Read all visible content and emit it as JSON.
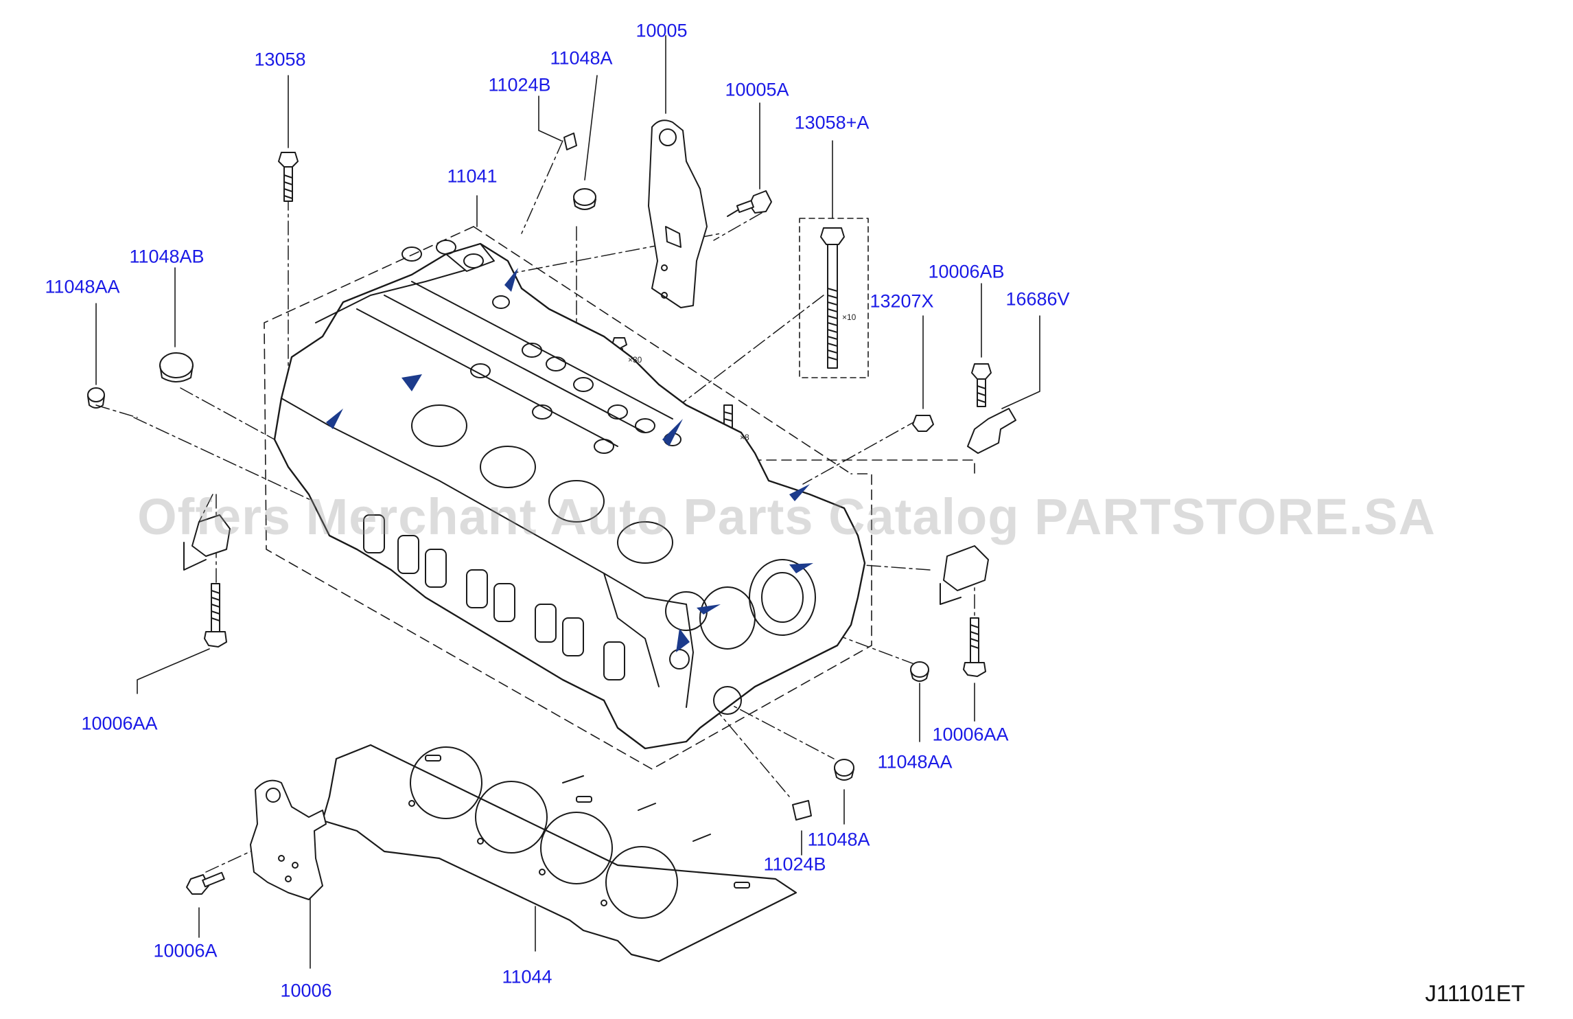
{
  "diagram": {
    "code": "J11101ET",
    "watermark": "Offers Merchant Auto Parts Catalog PARTSTORE.SA",
    "colors": {
      "callout": "#1a1ae6",
      "line": "#1a1a1a",
      "arrow": "#1c3b8c"
    }
  },
  "callouts": {
    "p13058": "13058",
    "p11048A_top": "11048A",
    "p11024B_top": "11024B",
    "p10005": "10005",
    "p10005A": "10005A",
    "p13058A": "13058+A",
    "p11041": "11041",
    "p11048AB": "11048AB",
    "p11048AA_left": "11048AA",
    "p10006AB": "10006AB",
    "p16686V": "16686V",
    "p13207X": "13207X",
    "p10006AA_left": "10006AA",
    "p10006AA_right": "10006AA",
    "p11048AA_right": "11048AA",
    "p11048A_bottom": "11048A",
    "p11024B_bottom": "11024B",
    "p10006A": "10006A",
    "p10006": "10006",
    "p11044": "11044"
  },
  "quantities": {
    "q10": "×10",
    "q30": "×30",
    "q8": "×8"
  }
}
